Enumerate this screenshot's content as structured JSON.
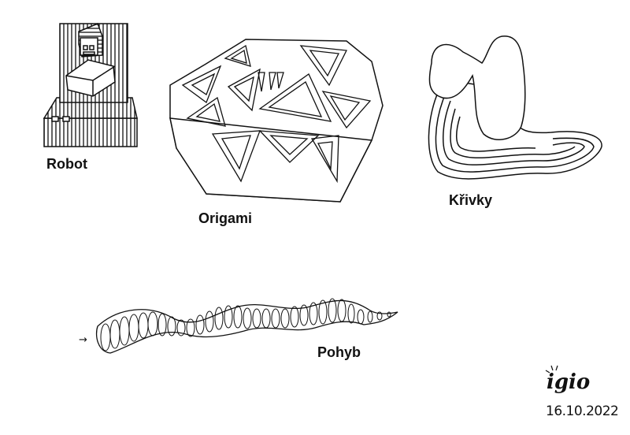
{
  "labels": {
    "robot": "Robot",
    "origami": "Origami",
    "krivky": "Křivky",
    "pohyb": "Pohyb"
  },
  "arrow": "→",
  "signature": "igio",
  "date": "16.10.2022",
  "colors": {
    "ink": "#111111",
    "background": "#ffffff"
  }
}
